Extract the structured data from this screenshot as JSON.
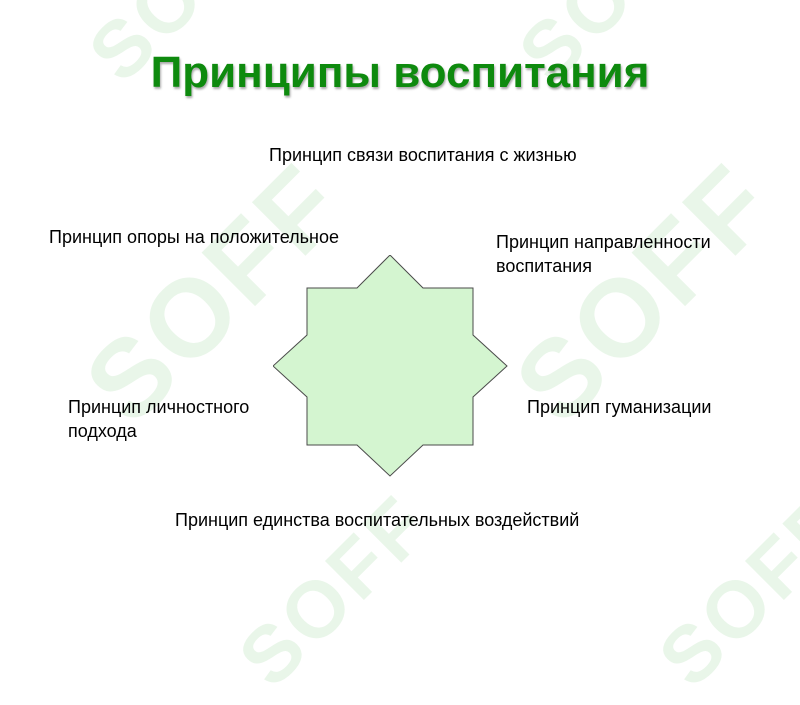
{
  "title": "Принципы воспитания",
  "watermark": "SOFF",
  "diagram": {
    "center_shape": "eight-point-star",
    "center_fill": "#d4f5d0",
    "center_stroke": "#4a4a4a",
    "principles": {
      "top": "Принцип связи воспитания с жизнью",
      "upper_left": "Принцип опоры на положительное",
      "upper_right": "Принцип направленности воспитания",
      "left": "Принцип личностного подхода",
      "right": "Принцип гуманизации",
      "bottom": "Принцип единства воспитательных воздействий"
    }
  },
  "colors": {
    "title": "#0e8a0e",
    "watermark": "#d8efd8"
  }
}
